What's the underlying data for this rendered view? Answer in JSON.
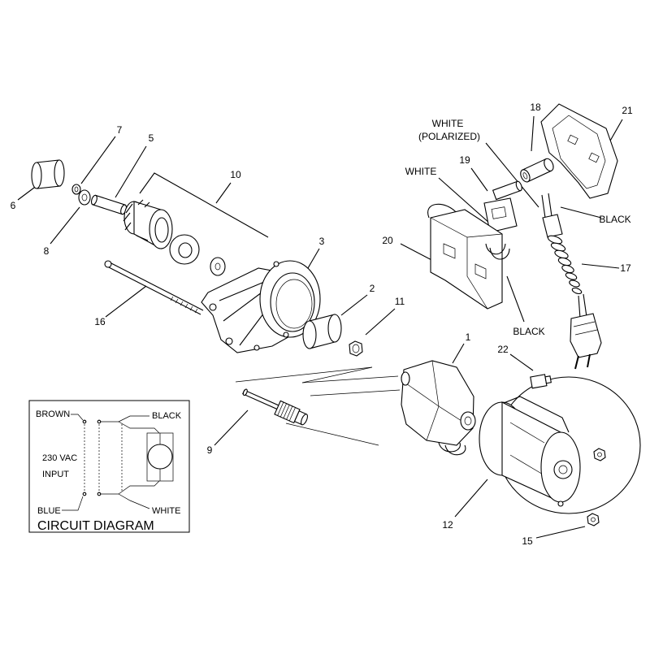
{
  "part_numbers": {
    "p1": "1",
    "p2": "2",
    "p3": "3",
    "p5": "5",
    "p6": "6",
    "p7": "7",
    "p8": "8",
    "p9": "9",
    "p10": "10",
    "p11": "11",
    "p12": "12",
    "p15": "15",
    "p16": "16",
    "p17": "17",
    "p18": "18",
    "p19": "19",
    "p20": "20",
    "p21": "21",
    "p22": "22"
  },
  "wire_labels": {
    "white_polarized_line1": "WHITE",
    "white_polarized_line2": "(POLARIZED)",
    "white": "WHITE",
    "black_cord": "BLACK",
    "black_switch": "BLACK"
  },
  "circuit_diagram": {
    "title": "CIRCUIT DIAGRAM",
    "brown": "BROWN",
    "black": "BLACK",
    "voltage": "230 VAC",
    "input": "INPUT",
    "blue": "BLUE",
    "white": "WHITE"
  }
}
